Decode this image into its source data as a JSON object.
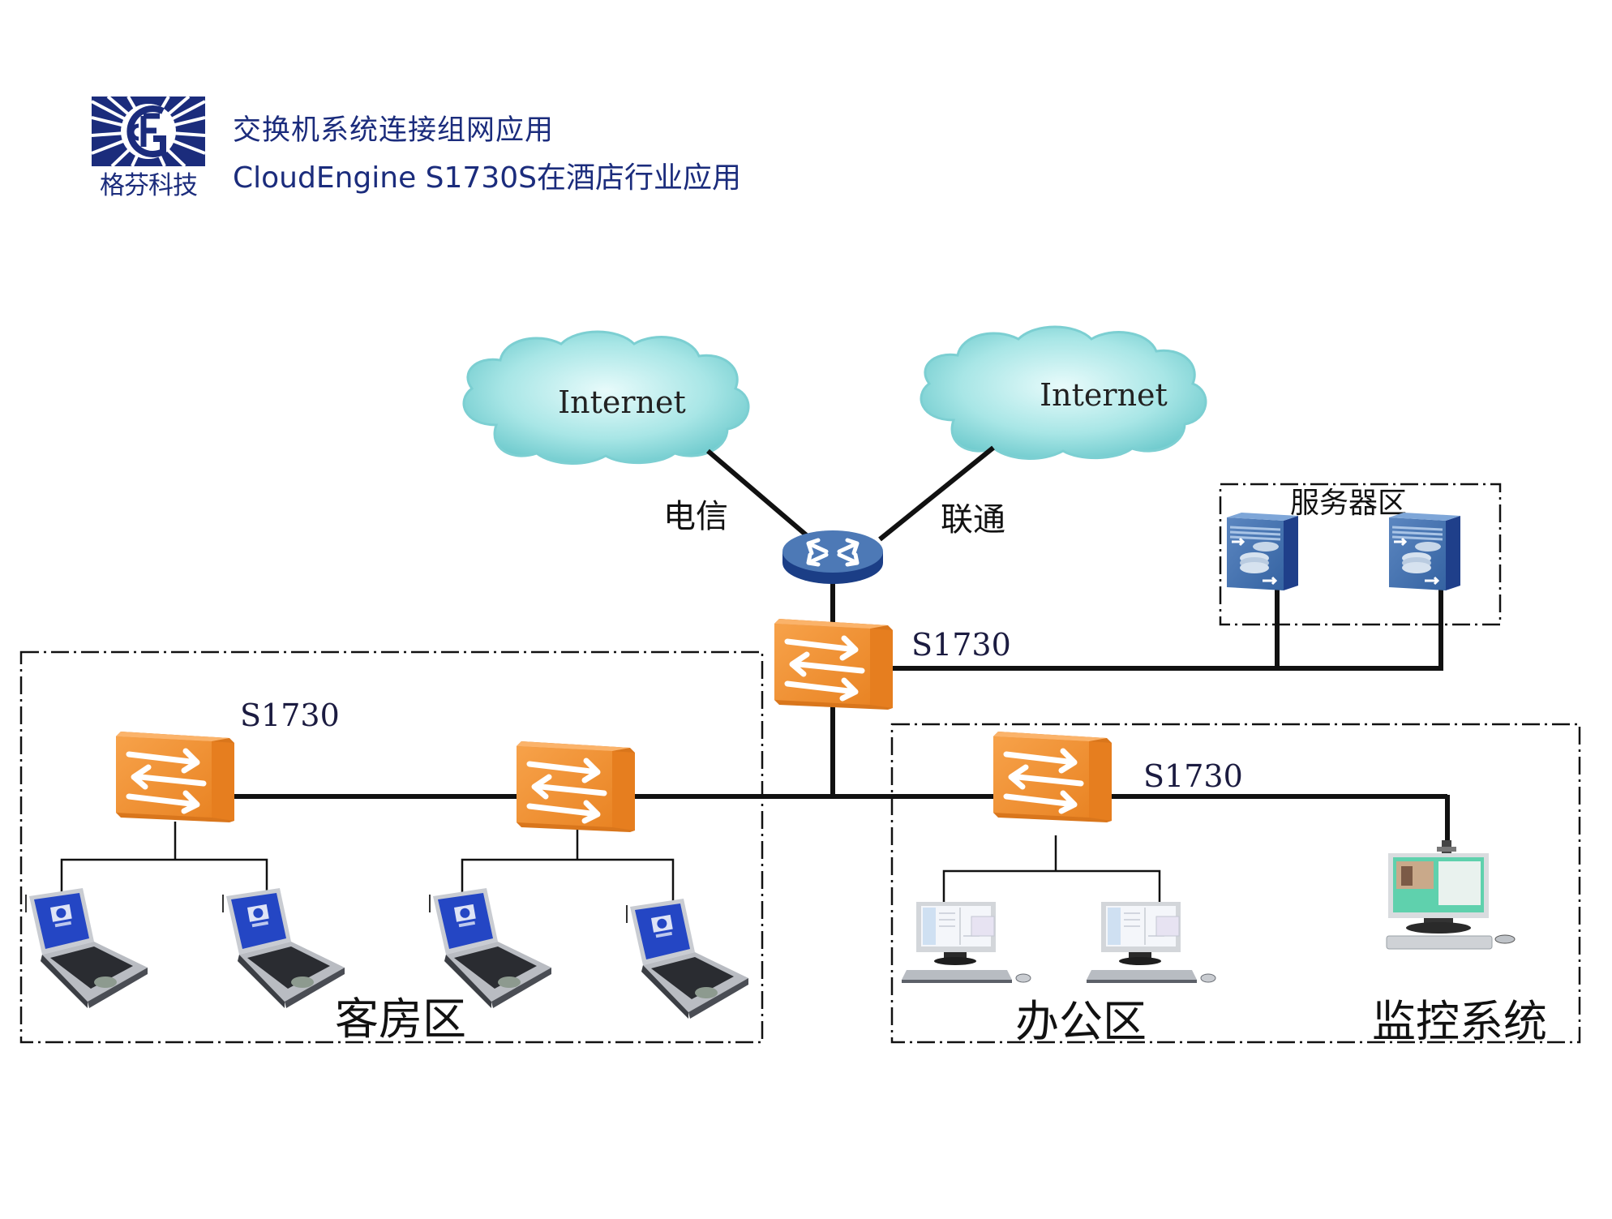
{
  "header": {
    "logo_name": "格芬科技",
    "title_line1": "交换机系统连接组网应用",
    "title_line2": "CloudEngine S1730S在酒店行业应用",
    "brand_color": "#1b2c7c"
  },
  "diagram": {
    "clouds": [
      {
        "id": "internet-1",
        "label": "Internet"
      },
      {
        "id": "internet-2",
        "label": "Internet"
      }
    ],
    "isp_links": [
      {
        "label": "电信"
      },
      {
        "label": "联通"
      }
    ],
    "router": {
      "icon": "router-icon"
    },
    "core_switch": {
      "label": "S1730"
    },
    "server_zone": {
      "label": "服务器区",
      "servers": 2
    },
    "guest_zone": {
      "label": "客房区",
      "switch_label": "S1730",
      "switches": 2,
      "laptops": 4
    },
    "office_zone": {
      "label": "办公区",
      "switch_label": "S1730",
      "pcs": 2
    },
    "monitor_zone": {
      "label": "监控系统"
    },
    "colors": {
      "switch_orange": "#f0912f",
      "router_blue": "#2e5d9e",
      "cloud_teal": "#9fe3e3",
      "line": "#111111"
    }
  }
}
